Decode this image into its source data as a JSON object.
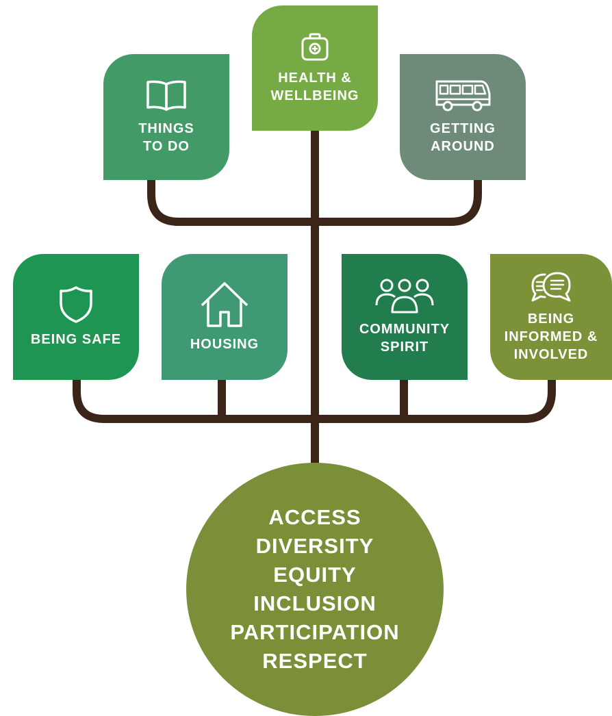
{
  "colors": {
    "trunk": "#3b2418",
    "health": "#76aa45",
    "things": "#429a66",
    "getting": "#6e8b7a",
    "safe": "#1e9553",
    "housing": "#3f9a74",
    "community": "#217c4e",
    "informed": "#7c9238",
    "values_circle": "#7a8f37"
  },
  "tiles": {
    "health": {
      "label": "HEALTH &\nWELLBEING",
      "icon": "first-aid-kit-icon"
    },
    "things": {
      "label": "THINGS\nTO DO",
      "icon": "open-book-icon"
    },
    "getting": {
      "label": "GETTING\nAROUND",
      "icon": "bus-icon"
    },
    "safe": {
      "label": "BEING SAFE",
      "icon": "shield-icon"
    },
    "housing": {
      "label": "HOUSING",
      "icon": "house-icon"
    },
    "community": {
      "label": "COMMUNITY\nSPIRIT",
      "icon": "people-group-icon"
    },
    "informed": {
      "label": "BEING\nINFORMED &\nINVOLVED",
      "icon": "speech-bubbles-icon"
    }
  },
  "values": [
    "ACCESS",
    "DIVERSITY",
    "EQUITY",
    "INCLUSION",
    "PARTICIPATION",
    "RESPECT"
  ]
}
